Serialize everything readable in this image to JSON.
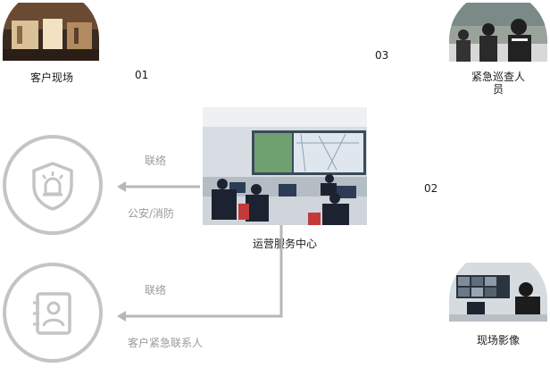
{
  "nodes": {
    "customer_site": {
      "label": "客户现场"
    },
    "emergency_patrol": {
      "label": "紧急巡查人员"
    },
    "operations_center": {
      "label": "运营服务中心"
    },
    "site_video": {
      "label": "现场影像"
    },
    "police_fire": {
      "label": "公安/消防",
      "icon": "police-siren-shield-icon"
    },
    "customer_emergency_contact": {
      "label": "客户紧急联系人",
      "icon": "contact-book-icon"
    }
  },
  "steps": {
    "step1": "01",
    "step2": "02",
    "step3": "03"
  },
  "links": {
    "to_police": "联络",
    "to_contact": "联络"
  },
  "colors": {
    "line_grey": "#b7b7b7",
    "icon_grey": "#c4c4c4",
    "text_grey": "#9a9a9a"
  }
}
